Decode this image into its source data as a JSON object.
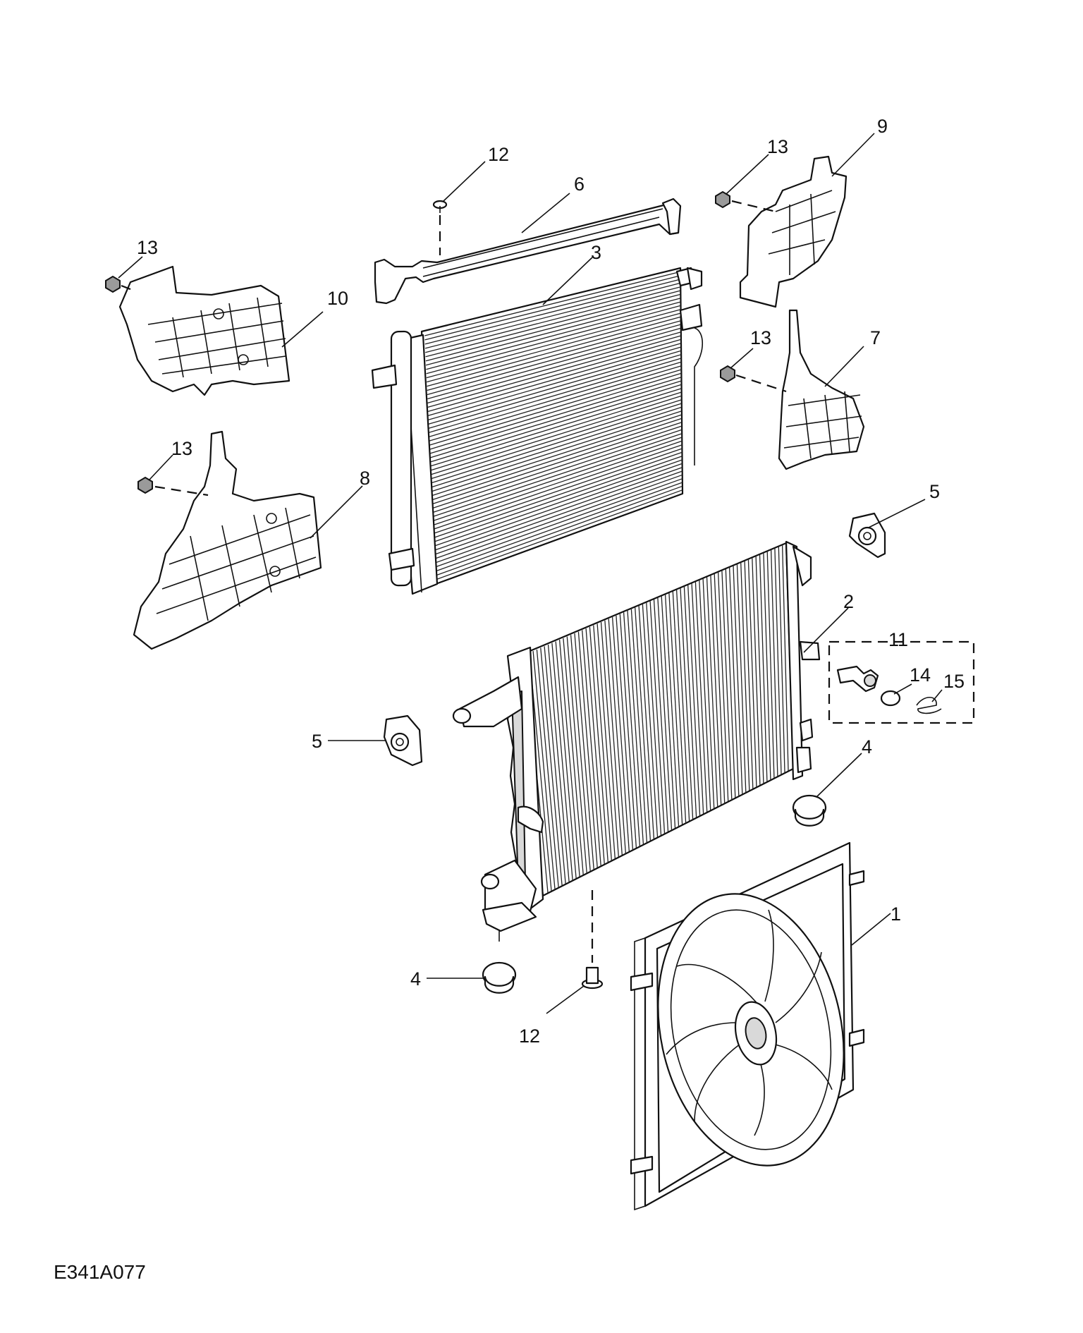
{
  "figure_id": "E341A077",
  "callouts": {
    "c1": "1",
    "c2": "2",
    "c3": "3",
    "c4a": "4",
    "c4b": "4",
    "c5a": "5",
    "c5b": "5",
    "c6": "6",
    "c7": "7",
    "c8": "8",
    "c9": "9",
    "c10": "10",
    "c11": "11",
    "c12a": "12",
    "c12b": "12",
    "c13a": "13",
    "c13b": "13",
    "c13c": "13",
    "c13d": "13",
    "c14": "14",
    "c15": "15"
  },
  "colors": {
    "line": "#111111",
    "background": "#ffffff"
  }
}
